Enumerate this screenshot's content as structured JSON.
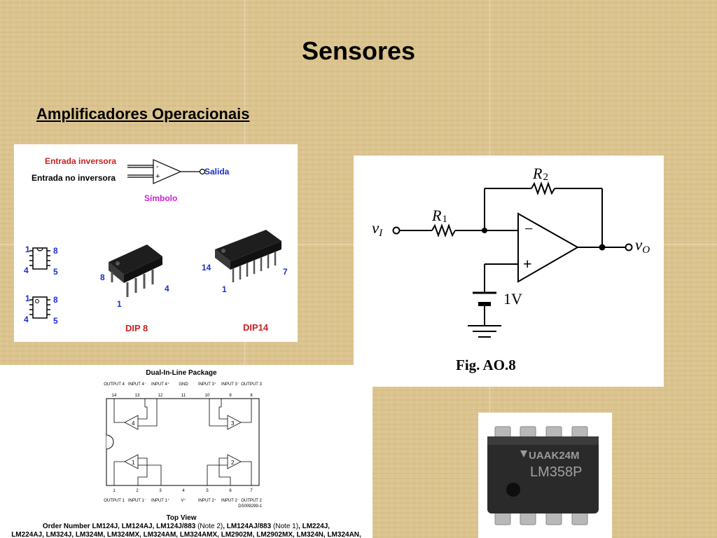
{
  "slide": {
    "title": "Sensores",
    "subtitle": "Amplificadores Operacionais"
  },
  "symbol_panel": {
    "inverting_input": "Entrada inversora",
    "noninverting_input": "Entrada no inversora",
    "output": "Salida",
    "symbol_caption": "Símbolo",
    "minus": "-",
    "plus": "+",
    "dip8_label": "DIP 8",
    "dip14_label": "DIP14",
    "small_pin_1": "1",
    "small_pin_8": "8",
    "small_pin_4": "4",
    "small_pin_5": "5",
    "dip8_pin_8": "8",
    "dip8_pin_1": "1",
    "dip8_pin_4": "4",
    "dip14_pin_14": "14",
    "dip14_pin_1": "1",
    "dip14_pin_7": "7",
    "colors": {
      "red": "#cc1f1f",
      "blue": "#1a2ecc",
      "magenta": "#d020d0"
    }
  },
  "circuit": {
    "r1": "R",
    "r1_sub": "1",
    "r2": "R",
    "r2_sub": "2",
    "vi": "v",
    "vi_sub": "I",
    "vo": "v",
    "vo_sub": "O",
    "minus": "−",
    "plus": "+",
    "battery": "1V",
    "caption": "Fig. AO.8"
  },
  "dip_package": {
    "title": "Dual-In-Line Package",
    "top_pins": [
      {
        "num": "14",
        "label": "OUTPUT 4"
      },
      {
        "num": "13",
        "label": "INPUT 4⁻"
      },
      {
        "num": "12",
        "label": "INPUT 4⁺"
      },
      {
        "num": "11",
        "label": "GND"
      },
      {
        "num": "10",
        "label": "INPUT 3⁺"
      },
      {
        "num": "9",
        "label": "INPUT 3⁻"
      },
      {
        "num": "8",
        "label": "OUTPUT 3"
      }
    ],
    "bottom_pins": [
      {
        "num": "1",
        "label": "OUTPUT 1"
      },
      {
        "num": "2",
        "label": "INPUT 1⁻"
      },
      {
        "num": "3",
        "label": "INPUT 1⁺"
      },
      {
        "num": "4",
        "label": "V⁺"
      },
      {
        "num": "5",
        "label": "INPUT 2⁺"
      },
      {
        "num": "6",
        "label": "INPUT 2⁻"
      },
      {
        "num": "7",
        "label": "OUTPUT 2"
      }
    ],
    "amp_numbers": [
      "4",
      "3",
      "1",
      "2"
    ],
    "ds_code": "DS009299-1",
    "view": "Top View",
    "order_line1_a": "Order Number LM124J, LM124AJ, LM124J/883 ",
    "order_note2": "(Note 2)",
    "order_line1_b": ", LM124AJ/883 ",
    "order_note1": "(Note 1)",
    "order_line1_c": ", LM224J,",
    "order_line2": "LM224AJ, LM324J, LM324M, LM324MX, LM324AM, LM324AMX, LM2902M, LM2902MX, LM324N, LM324AN,"
  },
  "chip_photo": {
    "logo_text": "UAAK24M",
    "part_number": "LM358P"
  }
}
